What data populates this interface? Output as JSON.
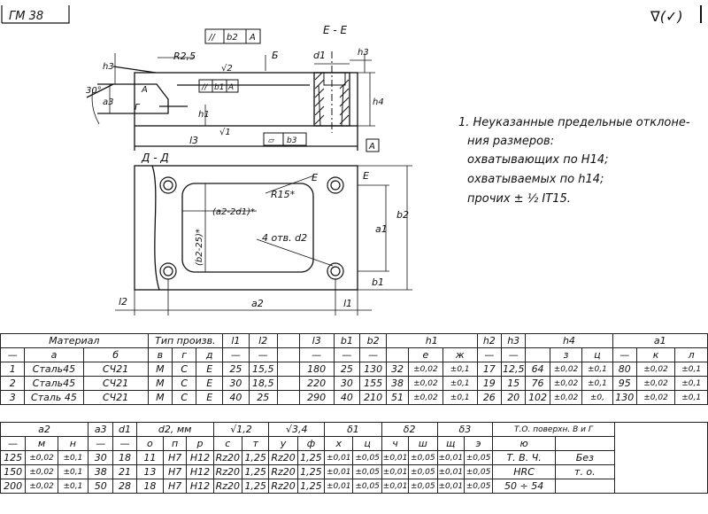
{
  "header": {
    "code": "ГМ 38",
    "roughness": "∇(✓)"
  },
  "drawing": {
    "section_ee": "E - E",
    "section_dd": "Д - Д",
    "labels": {
      "radius": "R2,5",
      "angle": "30°",
      "b": "Б",
      "g": "Г",
      "a_mark": "А",
      "h3": "h3",
      "a3": "a3",
      "h1": "h1",
      "d1": "d1",
      "h4": "h4",
      "l3": "l3",
      "rough2": "√2",
      "rough1": "√1",
      "e_mark": "E",
      "r15": "R15*",
      "holes": "4 отв. d2",
      "dim_a": "(a2-2d1)*",
      "dim_b": "(b2-25)*",
      "a1": "a1",
      "b2": "b2",
      "b1": "b1",
      "l2": "l2",
      "a2": "a2",
      "l1": "l1",
      "frame1": [
        "//",
        "b2",
        "A"
      ],
      "frame2": [
        "//",
        "b1",
        "A"
      ],
      "frame3": [
        "▱",
        "b3"
      ]
    }
  },
  "notes": {
    "lines": [
      "1. Неуказанные предельные отклоне-",
      "ния размеров:",
      "охватывающих по H14;",
      "охватываемых по h14;",
      "прочих ± ½ IT15."
    ]
  },
  "table1": {
    "head_groups": [
      "Материал",
      "Тип произв.",
      "l1",
      "l2",
      "",
      "l3",
      "b1",
      "b2",
      "h1",
      "h2",
      "h3",
      "h4",
      "a1"
    ],
    "subheads": [
      "—",
      "а",
      "б",
      "в",
      "г",
      "д",
      "—",
      "—",
      "",
      "—",
      "—",
      "—",
      "",
      "е",
      "ж",
      "—",
      "—",
      "",
      "з",
      "ц",
      "—",
      "к",
      "л"
    ],
    "rows": [
      [
        "1",
        "Сталь45",
        "СЧ21",
        "М",
        "С",
        "Е",
        "25",
        "15,5",
        "",
        "180",
        "25",
        "130",
        "32",
        "±0,02",
        "±0,1",
        "17",
        "12,5",
        "64",
        "±0,02",
        "±0,1",
        "80",
        "±0,02",
        "±0,1"
      ],
      [
        "2",
        "Сталь45",
        "СЧ21",
        "М",
        "С",
        "Е",
        "30",
        "18,5",
        "",
        "220",
        "30",
        "155",
        "38",
        "±0,02",
        "±0,1",
        "19",
        "15",
        "76",
        "±0,02",
        "±0,1",
        "95",
        "±0,02",
        "±0,1"
      ],
      [
        "3",
        "Сталь 45",
        "СЧ21",
        "М",
        "С",
        "Е",
        "40",
        "25",
        "",
        "290",
        "40",
        "210",
        "51",
        "±0,02",
        "±0,1",
        "26",
        "20",
        "102",
        "±0,02",
        "±0,",
        "130",
        "±0,02",
        "±0,1"
      ]
    ]
  },
  "table2": {
    "head_groups": [
      "a2",
      "a3",
      "d1",
      "d2, мм",
      "√1,2",
      "√3,4",
      "δ1",
      "δ2",
      "δ3",
      "Т.О. поверхн. В и Г",
      ""
    ],
    "subheads": [
      "—",
      "м",
      "н",
      "—",
      "—",
      "о",
      "п",
      "р",
      "с",
      "т",
      "у",
      "ф",
      "х",
      "ц",
      "ч",
      "ш",
      "щ",
      "э",
      "ю"
    ],
    "rows": [
      [
        "125",
        "±0,02",
        "±0,1",
        "30",
        "18",
        "11",
        "H7",
        "H12",
        "Rz20",
        "1,25",
        "Rz20",
        "1,25",
        "±0,01",
        "±0,05",
        "±0,01",
        "±0,05",
        "±0,01",
        "±0,05"
      ],
      [
        "150",
        "±0,02",
        "±0,1",
        "38",
        "21",
        "13",
        "H7",
        "H12",
        "Rz20",
        "1,25",
        "Rz20",
        "1,25",
        "±0,01",
        "±0,05",
        "±0,01",
        "±0,05",
        "±0,01",
        "±0,05"
      ],
      [
        "200",
        "±0,02",
        "±0,1",
        "50",
        "28",
        "18",
        "H7",
        "H12",
        "Rz20",
        "1,25",
        "Rz20",
        "1,25",
        "±0,01",
        "±0,05",
        "±0,01",
        "±0,05",
        "±0,01",
        "±0,05"
      ]
    ],
    "heat_treatment": [
      "Т. В. Ч.",
      "HRC",
      "50 ÷ 54"
    ],
    "without_heat": [
      "Без",
      "т. о."
    ]
  }
}
